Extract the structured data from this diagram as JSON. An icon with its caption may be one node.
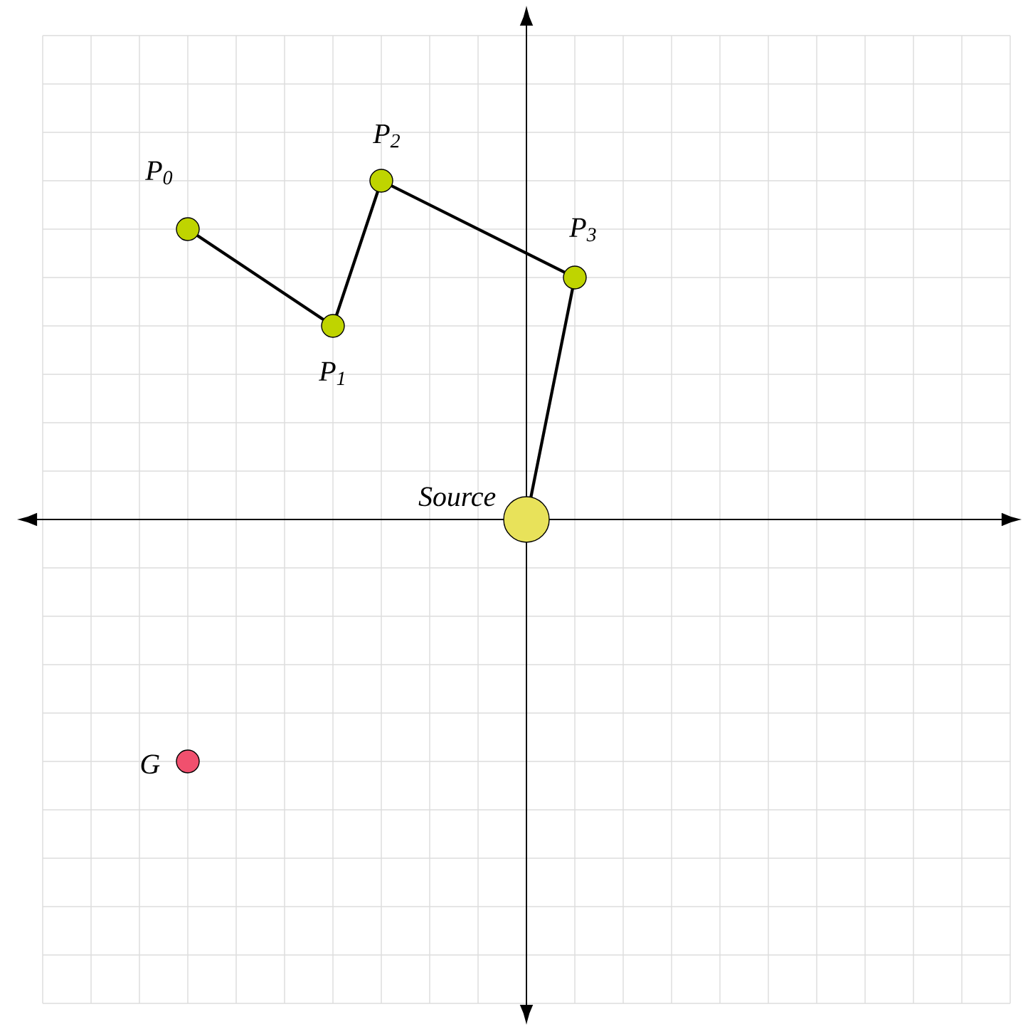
{
  "diagram": {
    "nodes": [
      {
        "text": [],
        "shape": "circle",
        "beside": [
          "P$_{0}$"
        ]
      },
      {
        "text": [],
        "shape": "circle",
        "beside": [
          "P$_{1}$"
        ]
      },
      {
        "text": [],
        "shape": "circle",
        "beside": [
          "P$_{2}$"
        ]
      },
      {
        "text": [],
        "shape": "circle",
        "beside": [
          "P$_{3}$"
        ]
      },
      {
        "text": [],
        "shape": "circle",
        "beside": [
          "Source"
        ]
      },
      {
        "text": [],
        "shape": "circle",
        "beside": [
          "G"
        ]
      }
    ],
    "edges": [
      {
        "from": 0,
        "to": 1,
        "arrow": "none"
      },
      {
        "from": 1,
        "to": 2,
        "arrow": "none"
      },
      {
        "from": 2,
        "to": 3,
        "arrow": "none"
      },
      {
        "from": 3,
        "to": 4,
        "arrow": "none"
      }
    ]
  }
}
